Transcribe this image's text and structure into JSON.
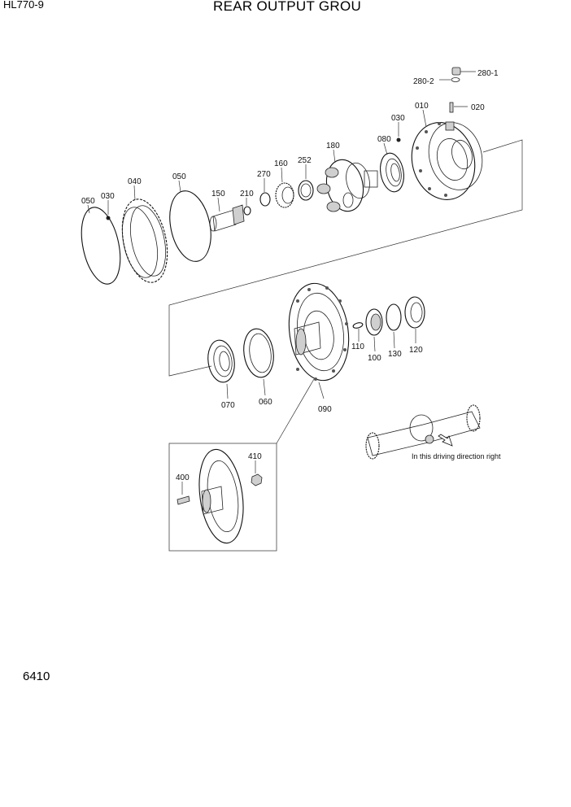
{
  "header": {
    "model": "HL770-9",
    "title": "REAR OUTPUT GROU"
  },
  "page_number": "6410",
  "caption": "In this driving direction right",
  "part_labels": {
    "p280_1": "280-1",
    "p280_2": "280-2",
    "p020": "020",
    "p010": "010",
    "p030a": "030",
    "p080": "080",
    "p180": "180",
    "p252": "252",
    "p160": "160",
    "p270": "270",
    "p210": "210",
    "p150": "150",
    "p050a": "050",
    "p040": "040",
    "p030b": "030",
    "p050b": "050",
    "p110": "110",
    "p100": "100",
    "p130": "130",
    "p120": "120",
    "p090": "090",
    "p070": "070",
    "p060": "060",
    "p410": "410",
    "p400": "400"
  }
}
